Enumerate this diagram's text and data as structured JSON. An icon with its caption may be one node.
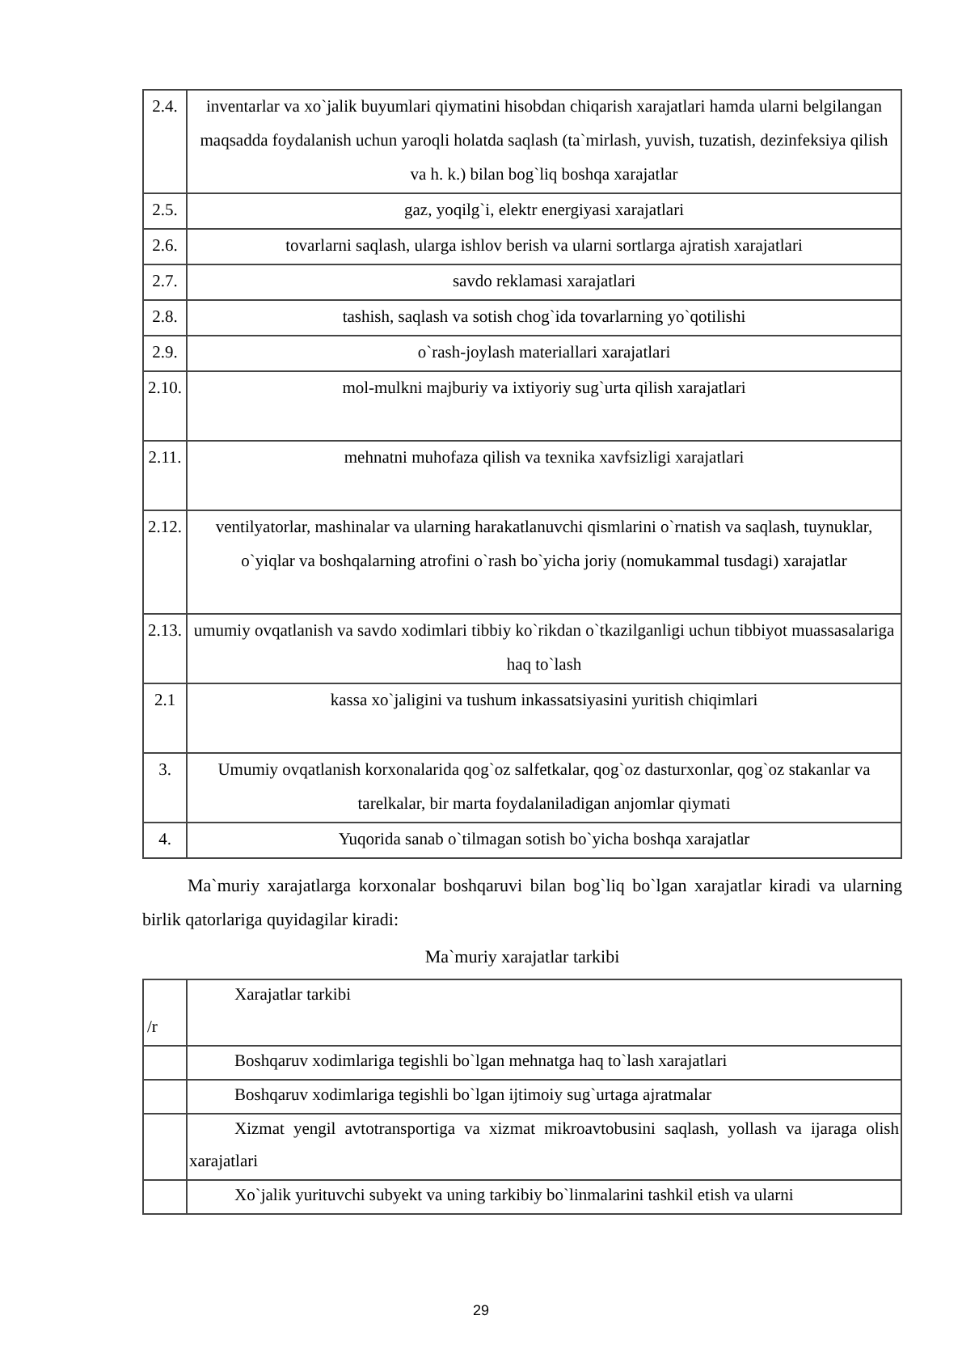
{
  "diagram": {
    "labels": [
      "2.4.",
      "inventarlar va xo`jalik buyumlari qiymatini hisobdan chiqarish xarajatlari hamda ularni belgilangan maqsadda foydalanish uchun yaroqli holatda saqlash (ta`mirlash, yuvish, tuzatish, dezinfeksiya qilish va h. k.) bilan bog`liq boshqa xarajatlar",
      "2.5.",
      "gaz, yoqilg`i, elektr energiyasi xarajatlari",
      "2.6.",
      "tovarlarni saqlash, ularga ishlov berish va ularni sortlarga ajratish xarajatlari",
      "2.7.",
      "savdo reklamasi xarajatlari",
      "2.8.",
      "tashish, saqlash va sotish chog`ida tovarlarning yo`qotilishi",
      "2.9.",
      "o`rash-joylash materiallari xarajatlari",
      "2.10.",
      "mol-mulkni majburiy va ixtiyoriy sug`urta qilish xarajatlari",
      "2.11.",
      "mehnatni muhofaza qilish va texnika xavfsizligi xarajatlari",
      "2.12.",
      "ventilyatorlar, mashinalar va ularning harakatlanuvchi qismlarini o`rnatish va saqlash, tuynuklar, o`yiqlar va boshqalarning atrofini o`rash bo`yicha joriy (nomukammal tusdagi) xarajatlar",
      "2.13.",
      "umumiy ovqatlanish va savdo xodimlari tibbiy ko`rikdan o`tkazilganligi uchun tibbiyot muassasalariga haq to`lash",
      "2.1",
      "kassa xo`jaligini va tushum inkassatsiyasini yuritish chiqimlari",
      "3.",
      "Umumiy ovqatlanish korxonalarida qog`oz salfetkalar, qog`oz dasturxonlar, qog`oz stakanlar va tarelkalar, bir marta foydalaniladigan anjomlar qiymati",
      "4.",
      "Yuqorida sanab o`tilmagan sotish bo`yicha boshqa xarajatlar",
      "Ma`muriy xarajatlarga korxonalar boshqaruvi bilan bog`liq bo`lgan xarajatlar kiradi va ularning birlik qatorlariga quyidagilar kiradi:",
      "Ma`muriy xarajatlar tarkibi",
      "/r",
      "Xarajatlar tarkibi",
      "Boshqaruv xodimlariga tegishli bo`lgan mehnatga haq to`lash xarajatlari",
      "Boshqaruv xodimlariga tegishli bo`lgan ijtimoiy sug`urtaga ajratmalar",
      "Xizmat yengil avtotransportiga va xizmat mikroavtobusini saqlash, yollash va ijaraga olish xarajatlari",
      "Xo`jalik yurituvchi subyekt va uning tarkibiy bo`linmalarini tashkil etish va ularni",
      "29"
    ]
  }
}
